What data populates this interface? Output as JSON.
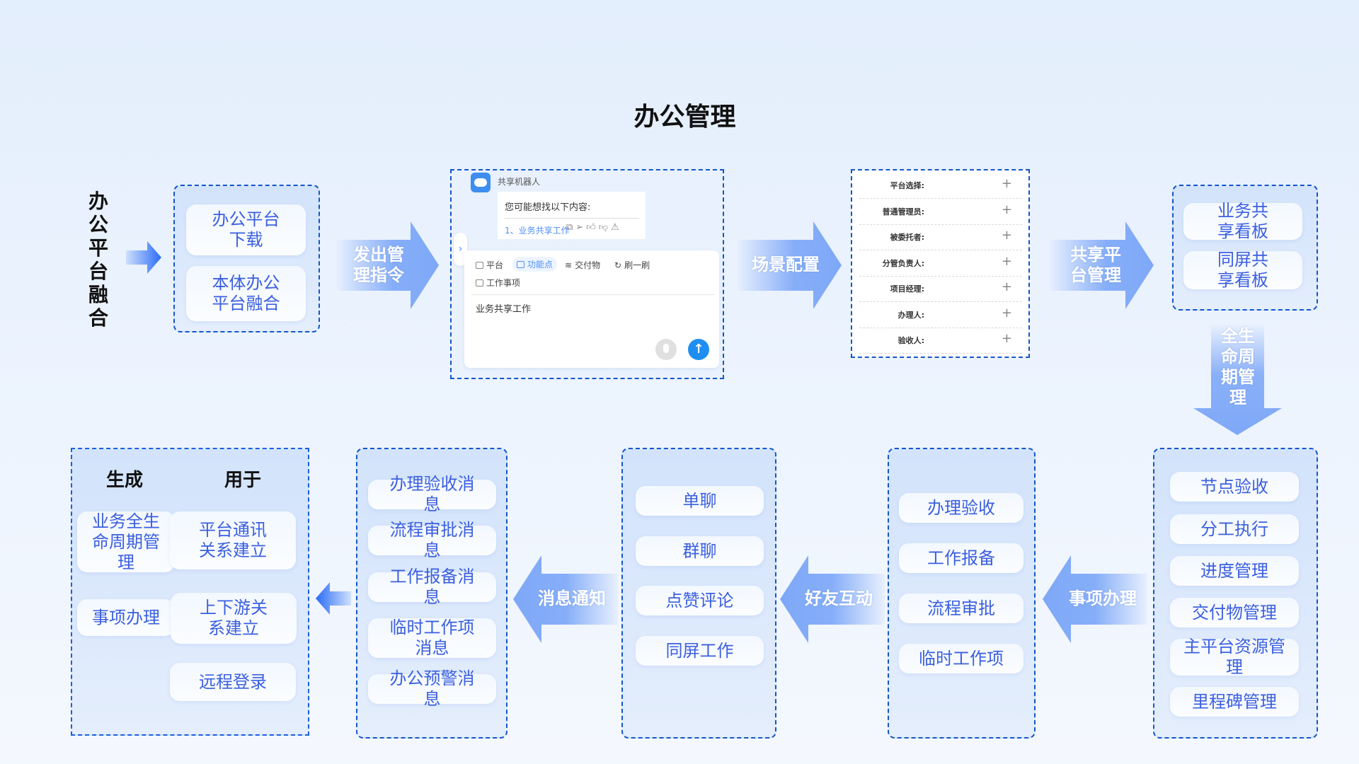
{
  "title": "办公管理",
  "start_label": "办公平台融合",
  "colors": {
    "accent": "#3b5fe0",
    "dashed_border": "#1456c8",
    "arrow_blue": "#7ea8f7",
    "send_button": "#1f8ef1"
  },
  "top_row": {
    "platform_box": {
      "items": [
        "办公平台下载",
        "本体办公平台融合"
      ]
    },
    "arrow_command": "发出管理指令",
    "chat": {
      "bot_name": "共享机器人",
      "prompt": "您可能想找以下内容:",
      "suggestion": "1、业务共享工作",
      "action_icons": [
        "copy-icon",
        "send-icon",
        "thumbs-up-icon",
        "thumbs-down-icon",
        "warning-icon"
      ],
      "chips": [
        {
          "label": "平台",
          "icon": "code-icon",
          "active": false
        },
        {
          "label": "功能点",
          "icon": "grid-icon",
          "active": true
        },
        {
          "label": "交付物",
          "icon": "layers-icon",
          "active": false
        },
        {
          "label": "刷一刷",
          "icon": "refresh-icon",
          "active": false
        },
        {
          "label": "工作事项",
          "icon": "list-icon",
          "active": false
        }
      ],
      "input_value": "业务共享工作",
      "collapse_icon": "›",
      "send_icon": "↑"
    },
    "arrow_scene": "场景配置",
    "config": {
      "rows": [
        "平台选择:",
        "普通管理员:",
        "被委托者:",
        "分管负责人:",
        "项目经理:",
        "办理人:",
        "验收人:"
      ],
      "add_icon": "+"
    },
    "arrow_share": "共享平台管理",
    "share_box": {
      "items": [
        "业务共享看板",
        "同屏共享看板"
      ]
    },
    "arrow_lifecycle": "全生命周期管理"
  },
  "bottom_row": {
    "lifecycle_box": {
      "items": [
        "节点验收",
        "分工执行",
        "进度管理",
        "交付物管理",
        "主平台资源管理",
        "里程碑管理"
      ]
    },
    "arrow_matters": "事项办理",
    "matters_box": {
      "items": [
        "办理验收",
        "工作报备",
        "流程审批",
        "临时工作项"
      ]
    },
    "arrow_friends": "好友互动",
    "friends_box": {
      "items": [
        "单聊",
        "群聊",
        "点赞评论",
        "同屏工作"
      ]
    },
    "arrow_notify": "消息通知",
    "notify_box": {
      "items": [
        "办理验收消息",
        "流程审批消息",
        "工作报备消息",
        "临时工作项消息",
        "办公预警消息"
      ]
    },
    "result_box": {
      "generate_header": "生成",
      "use_header": "用于",
      "generate_items": [
        "业务全生命周期管理",
        "事项办理"
      ],
      "use_items": [
        "平台通讯关系建立",
        "上下游关系建立",
        "远程登录"
      ]
    }
  }
}
